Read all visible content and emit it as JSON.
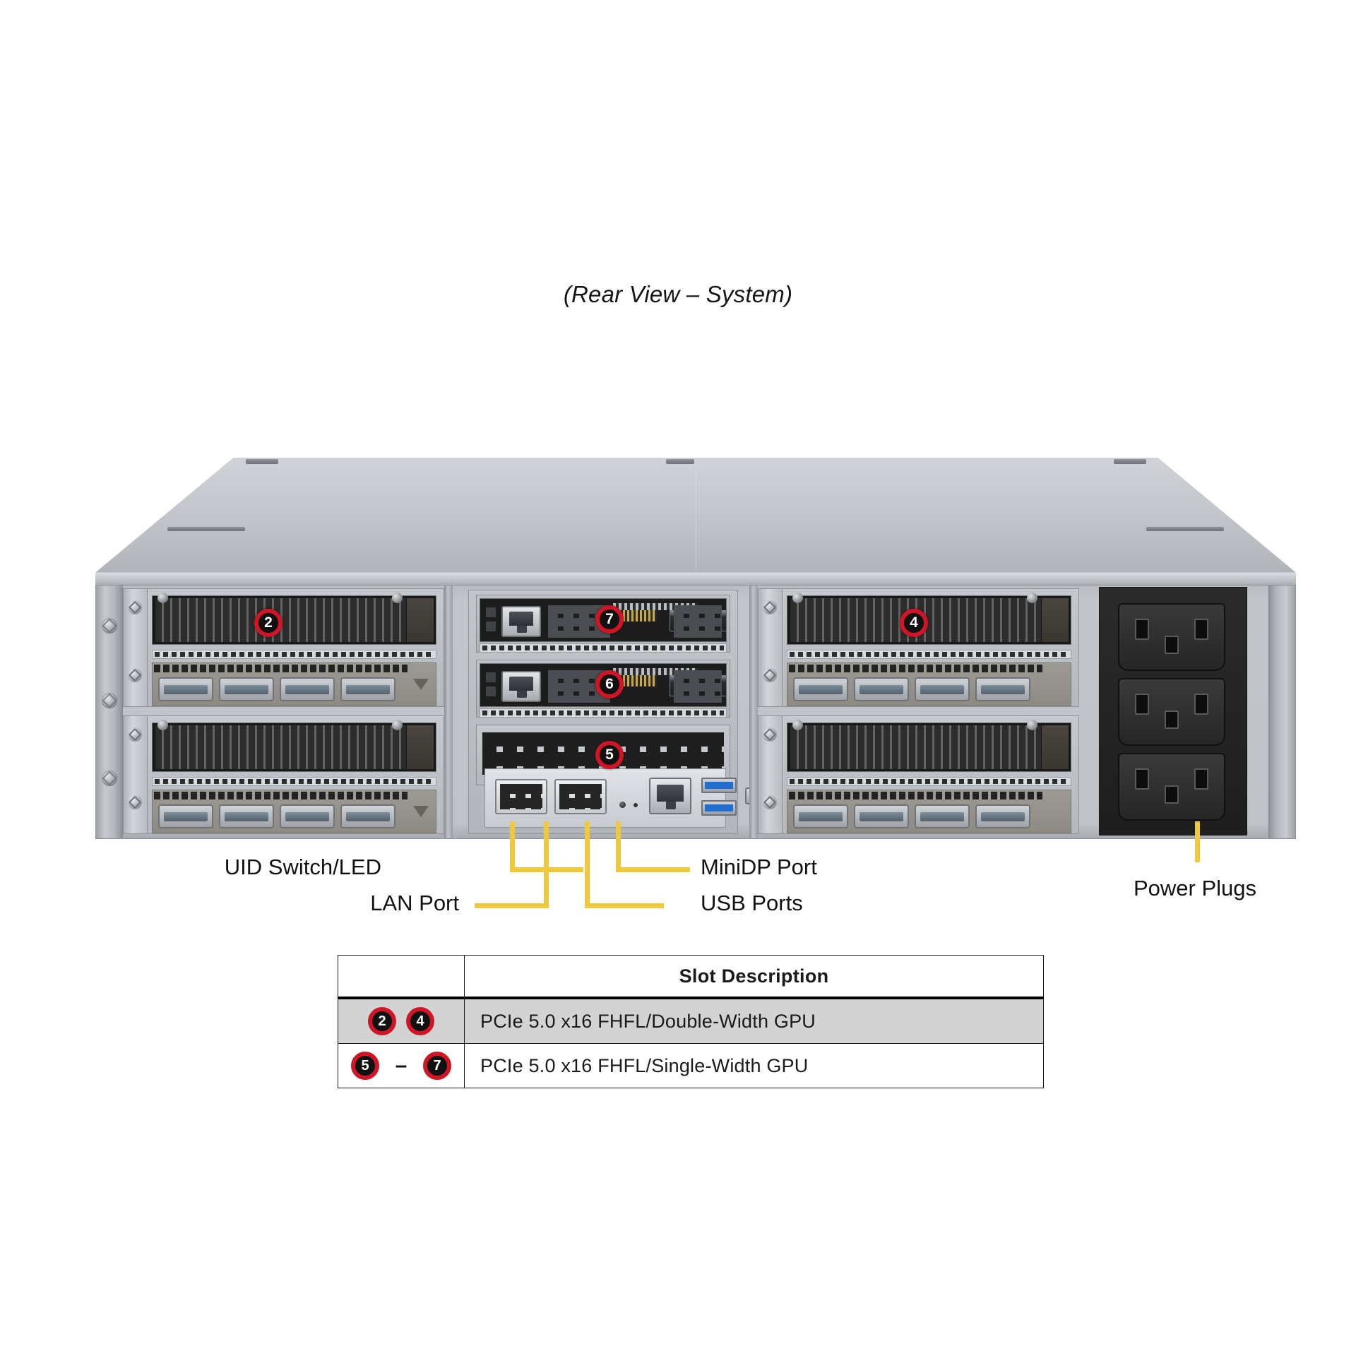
{
  "title": "(Rear View – System)",
  "colors": {
    "badge_ring": "#cf1626",
    "badge_fill": "#111111",
    "leader_line": "#efc93d",
    "table_row_gray": "#d3d3d3",
    "chassis_gray": "#bfc3c8",
    "psu_black": "#1e1e1e",
    "usb_blue": "#1f6fd0"
  },
  "diagram": {
    "slot_badges": [
      {
        "id": "2",
        "label": "2",
        "location": "left-upper-gpu-bay"
      },
      {
        "id": "4",
        "label": "4",
        "location": "right-upper-gpu-bay"
      },
      {
        "id": "5",
        "label": "5",
        "location": "center-lower-riser"
      },
      {
        "id": "6",
        "label": "6",
        "location": "center-middle-riser"
      },
      {
        "id": "7",
        "label": "7",
        "location": "center-upper-riser"
      }
    ],
    "callouts": [
      {
        "id": "uid-switch-led",
        "label": "UID Switch/LED",
        "side": "left"
      },
      {
        "id": "lan-port",
        "label": "LAN Port",
        "side": "left"
      },
      {
        "id": "minidp-port",
        "label": "MiniDP Port",
        "side": "right"
      },
      {
        "id": "usb-ports",
        "label": "USB Ports",
        "side": "right"
      },
      {
        "id": "power-plugs",
        "label": "Power Plugs",
        "side": "right-far"
      }
    ]
  },
  "table": {
    "columns": [
      "",
      "Slot Description"
    ],
    "header": {
      "slot_description": "Slot Description"
    },
    "rows": [
      {
        "badges": [
          "2",
          "4"
        ],
        "separator": "",
        "description": "PCIe 5.0 x16 FHFL/Double-Width GPU",
        "shaded": true
      },
      {
        "badges": [
          "5",
          "7"
        ],
        "separator": "–",
        "description": "PCIe 5.0 x16 FHFL/Single-Width GPU",
        "shaded": false
      }
    ]
  }
}
